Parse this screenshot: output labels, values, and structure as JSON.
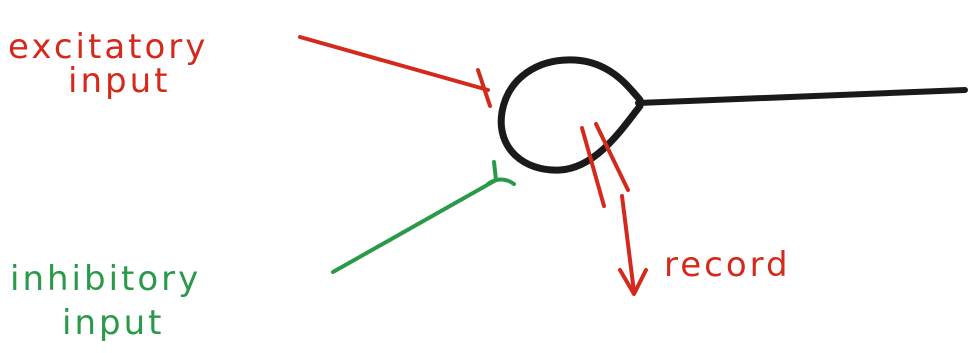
{
  "colors": {
    "excitatory": "#d42a1e",
    "inhibitory": "#2a9a4a",
    "neuron": "#1a1a1a",
    "record": "#d42a1e"
  },
  "labels": {
    "excitatory_line1": "excitatory",
    "excitatory_line2": "input",
    "inhibitory_line1": "inhibitory",
    "inhibitory_line2": "input",
    "record": "record"
  }
}
